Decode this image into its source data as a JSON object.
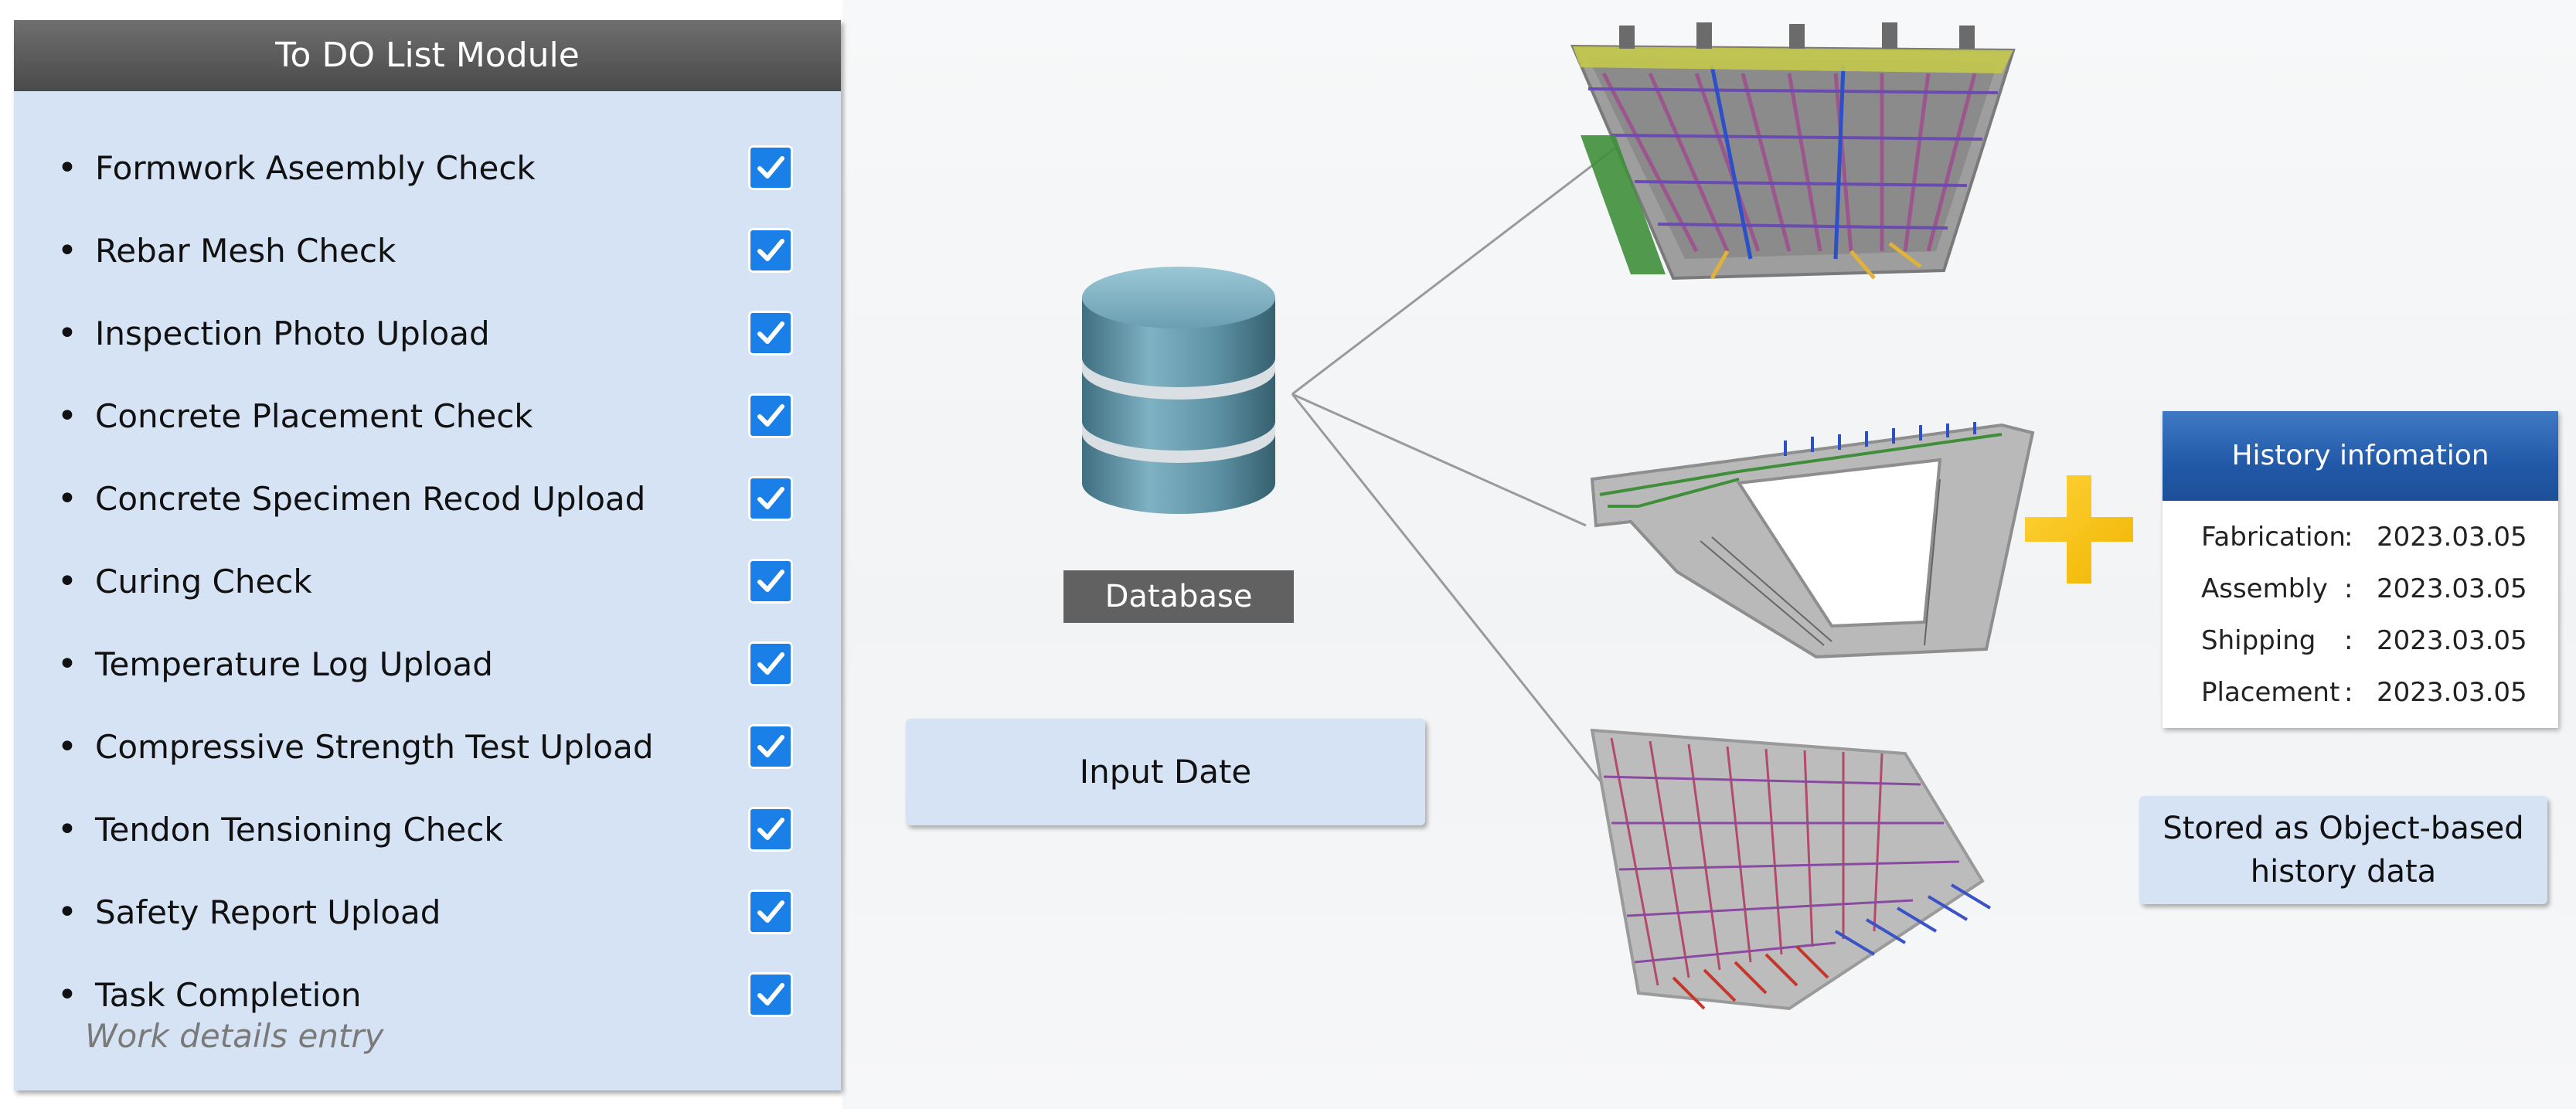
{
  "todo": {
    "title": "To DO List Module",
    "items": [
      {
        "label": "Formwork Aseembly Check",
        "checked": true
      },
      {
        "label": "Rebar Mesh Check",
        "checked": true
      },
      {
        "label": "Inspection Photo Upload",
        "checked": true
      },
      {
        "label": "Concrete Placement Check",
        "checked": true
      },
      {
        "label": "Concrete Specimen Recod Upload",
        "checked": true
      },
      {
        "label": "Curing Check",
        "checked": true
      },
      {
        "label": "Temperature Log Upload",
        "checked": true
      },
      {
        "label": "Compressive Strength Test Upload",
        "checked": true
      },
      {
        "label": "Tendon Tensioning Check",
        "checked": true
      },
      {
        "label": "Safety Report Upload",
        "checked": true
      },
      {
        "label": "Task Completion",
        "checked": true
      }
    ],
    "footer": "Work details entry"
  },
  "database": {
    "label": "Database"
  },
  "input_date": {
    "label": "Input Date"
  },
  "history": {
    "title": "History infomation",
    "rows": [
      {
        "label": "Fabrication",
        "value": "2023.03.05"
      },
      {
        "label": "Assembly",
        "value": "2023.03.05"
      },
      {
        "label": "Shipping",
        "value": "2023.03.05"
      },
      {
        "label": "Placement",
        "value": "2023.03.05"
      }
    ]
  },
  "stored": {
    "line1": "Stored as Object-based",
    "line2": "history data"
  },
  "colors": {
    "panel": "#d6e3f5",
    "header_gray": "#5c5c5c",
    "checkbox_blue": "#1a7fe6",
    "history_blue": "#2159a8",
    "plus_yellow": "#f7c51b",
    "concrete": "#9d9d9d"
  }
}
